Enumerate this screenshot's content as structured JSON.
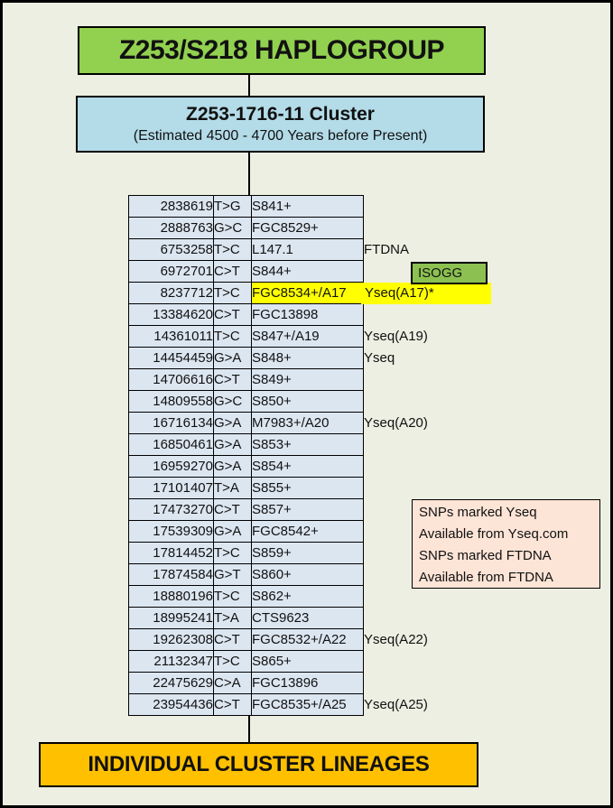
{
  "header": {
    "title": "Z253/S218 HAPLOGROUP"
  },
  "cluster": {
    "title": "Z253-1716-11 Cluster",
    "subtitle": "(Estimated 4500 - 4700 Years before Present)"
  },
  "isogg": {
    "label": "ISOGG"
  },
  "footer": {
    "title": "INDIVIDUAL CLUSTER LINEAGES"
  },
  "note": {
    "lines": [
      "SNPs marked Yseq",
      "Available from Yseq.com",
      "SNPs marked FTDNA",
      "Available from FTDNA"
    ]
  },
  "colors": {
    "background": "#ecefe2",
    "header_green": "#92d050",
    "cluster_blue": "#b3dbe8",
    "cell_blue": "#dce6f1",
    "highlight_yellow": "#ffff00",
    "isogg_green": "#8cc152",
    "footer_orange": "#ffc000",
    "note_peach": "#fce4d6"
  },
  "snp_table": {
    "columns": [
      "position",
      "mutation",
      "name"
    ],
    "rows": [
      {
        "position": "2838619",
        "mutation": "T>G",
        "name": "S841+"
      },
      {
        "position": "2888763",
        "mutation": "G>C",
        "name": "FGC8529+"
      },
      {
        "position": "6753258",
        "mutation": "T>C",
        "name": "L147.1",
        "annotation": "FTDNA"
      },
      {
        "position": "6972701",
        "mutation": "C>T",
        "name": "S844+"
      },
      {
        "position": "8237712",
        "mutation": "T>C",
        "name": "FGC8534+/A17",
        "highlight": true,
        "annotation": "Yseq(A17)*",
        "annotation_highlight": true
      },
      {
        "position": "13384620",
        "mutation": "C>T",
        "name": "FGC13898"
      },
      {
        "position": "14361011",
        "mutation": "T>C",
        "name": "S847+/A19",
        "annotation": "Yseq(A19)"
      },
      {
        "position": "14454459",
        "mutation": "G>A",
        "name": "S848+",
        "annotation": "Yseq"
      },
      {
        "position": "14706616",
        "mutation": "C>T",
        "name": "S849+"
      },
      {
        "position": "14809558",
        "mutation": "G>C",
        "name": "S850+"
      },
      {
        "position": "16716134",
        "mutation": "G>A",
        "name": "M7983+/A20",
        "annotation": "Yseq(A20)"
      },
      {
        "position": "16850461",
        "mutation": "G>A",
        "name": "S853+"
      },
      {
        "position": "16959270",
        "mutation": "G>A",
        "name": "S854+"
      },
      {
        "position": "17101407",
        "mutation": "T>A",
        "name": "S855+"
      },
      {
        "position": "17473270",
        "mutation": "C>T",
        "name": "S857+"
      },
      {
        "position": "17539309",
        "mutation": "G>A",
        "name": "FGC8542+"
      },
      {
        "position": "17814452",
        "mutation": "T>C",
        "name": "S859+"
      },
      {
        "position": "17874584",
        "mutation": "G>T",
        "name": "S860+"
      },
      {
        "position": "18880196",
        "mutation": "T>C",
        "name": "S862+"
      },
      {
        "position": "18995241",
        "mutation": "T>A",
        "name": "CTS9623"
      },
      {
        "position": "19262308",
        "mutation": "C>T",
        "name": "FGC8532+/A22",
        "annotation": "Yseq(A22)"
      },
      {
        "position": "21132347",
        "mutation": "T>C",
        "name": "S865+"
      },
      {
        "position": "22475629",
        "mutation": "C>A",
        "name": "FGC13896"
      },
      {
        "position": "23954436",
        "mutation": "C>T",
        "name": "FGC8535+/A25",
        "annotation": "Yseq(A25)"
      }
    ]
  }
}
